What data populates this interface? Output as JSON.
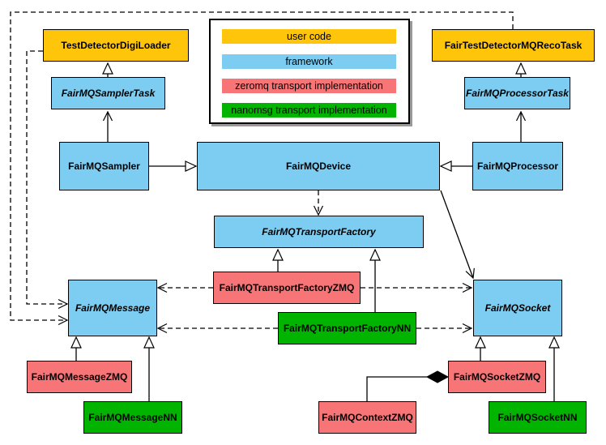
{
  "legend": {
    "items": [
      {
        "label": "user code",
        "color": "#FFC50A"
      },
      {
        "label": "framework",
        "color": "#7CCDF1"
      },
      {
        "label": "zeromq transport implementation",
        "color": "#F87577"
      },
      {
        "label": "nanomsg transport implementation",
        "color": "#00B400"
      }
    ]
  },
  "colors": {
    "user_code": "#FFC50A",
    "framework": "#7CCDF1",
    "zeromq": "#F87577",
    "nanomsg": "#00B400",
    "line": "#000000",
    "background": "#FFFFFF"
  },
  "nodes": {
    "test_detector_digi_loader": {
      "label": "TestDetectorDigiLoader",
      "category": "user code"
    },
    "fair_test_detector_mq_reco_task": {
      "label": "FairTestDetectorMQRecoTask",
      "category": "user code"
    },
    "fair_mq_sampler_task": {
      "label": "FairMQSamplerTask",
      "category": "framework",
      "abstract": true
    },
    "fair_mq_processor_task": {
      "label": "FairMQProcessorTask",
      "category": "framework",
      "abstract": true
    },
    "fair_mq_sampler": {
      "label": "FairMQSampler",
      "category": "framework"
    },
    "fair_mq_device": {
      "label": "FairMQDevice",
      "category": "framework"
    },
    "fair_mq_processor": {
      "label": "FairMQProcessor",
      "category": "framework"
    },
    "fair_mq_transport_factory": {
      "label": "FairMQTransportFactory",
      "category": "framework",
      "abstract": true
    },
    "fair_mq_transport_factory_zmq": {
      "label": "FairMQTransportFactoryZMQ",
      "category": "zeromq"
    },
    "fair_mq_transport_factory_nn": {
      "label": "FairMQTransportFactoryNN",
      "category": "nanomsg"
    },
    "fair_mq_message": {
      "label": "FairMQMessage",
      "category": "framework",
      "abstract": true
    },
    "fair_mq_socket": {
      "label": "FairMQSocket",
      "category": "framework",
      "abstract": true
    },
    "fair_mq_message_zmq": {
      "label": "FairMQMessageZMQ",
      "category": "zeromq"
    },
    "fair_mq_message_nn": {
      "label": "FairMQMessageNN",
      "category": "nanomsg"
    },
    "fair_mq_socket_zmq": {
      "label": "FairMQSocketZMQ",
      "category": "zeromq"
    },
    "fair_mq_socket_nn": {
      "label": "FairMQSocketNN",
      "category": "nanomsg"
    },
    "fair_mq_context_zmq": {
      "label": "FairMQContextZMQ",
      "category": "zeromq"
    }
  }
}
